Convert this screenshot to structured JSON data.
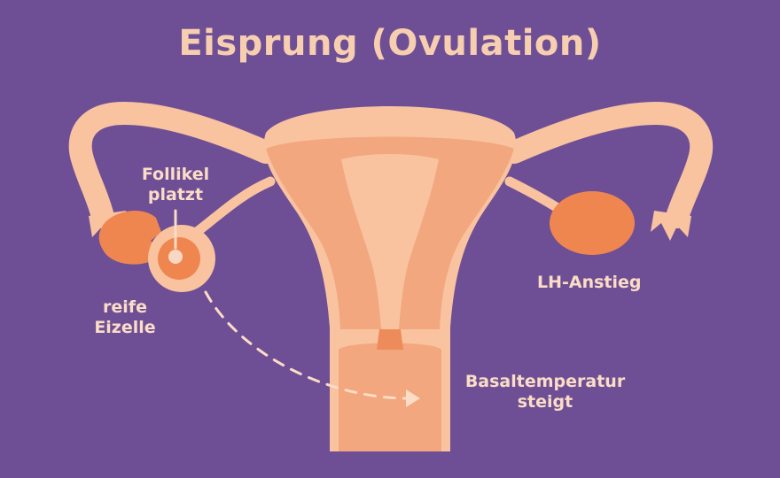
{
  "title": "Eisprung (Ovulation)",
  "labels": {
    "follikel": [
      "Follikel",
      "platzt"
    ],
    "eizelle": [
      "reife",
      "Eizelle"
    ],
    "lh": "LH-Anstieg",
    "temperatur": [
      "Basaltemperatur",
      "steigt"
    ]
  },
  "colors": {
    "background": "#6e4f95",
    "tissue_light": "#f9c3a0",
    "tissue_mid": "#f2a77e",
    "tissue_dark": "#ee8b5b",
    "ovary": "#ef8650",
    "text": "#fbdcc6"
  }
}
